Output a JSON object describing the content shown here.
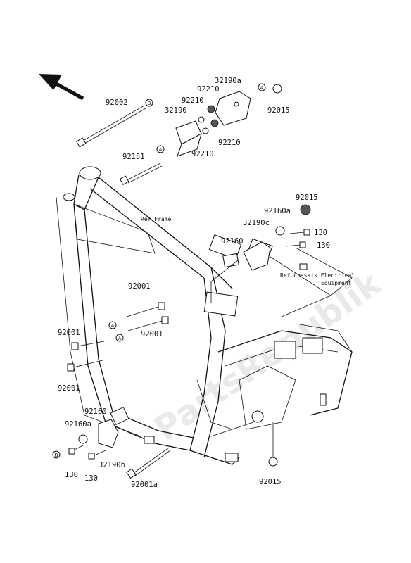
{
  "watermark": "PartsRepublik",
  "labels": {
    "p92002": "92002",
    "p32190a": "32190a",
    "p92210_top": "92210",
    "p32190": "32190",
    "p92210_mid": "92210",
    "p92015_top": "92015",
    "p92210_r": "92210",
    "p92210_b": "92210",
    "p92151": "92151",
    "p92015_r": "92015",
    "p92160a_r": "92160a",
    "p32190c": "32190c",
    "p130_1": "130",
    "p92160_r": "92160",
    "p130_2": "130",
    "ref_chassis": "Ref.Chassis Electrical",
    "ref_chassis2": "Equipment",
    "ref_frame": "Ref.Frame",
    "p92001_a": "92001",
    "p92001_b": "92001",
    "p92001_c": "92001",
    "p92001_d": "92001",
    "p92160_l": "92160",
    "p92160a_l": "92160a",
    "p130_l1": "130",
    "p130_l2": "130",
    "p32190b": "32190b",
    "p92001a": "92001a",
    "p92015_bot": "92015"
  },
  "callouts": {
    "A": "A",
    "B": "B"
  }
}
